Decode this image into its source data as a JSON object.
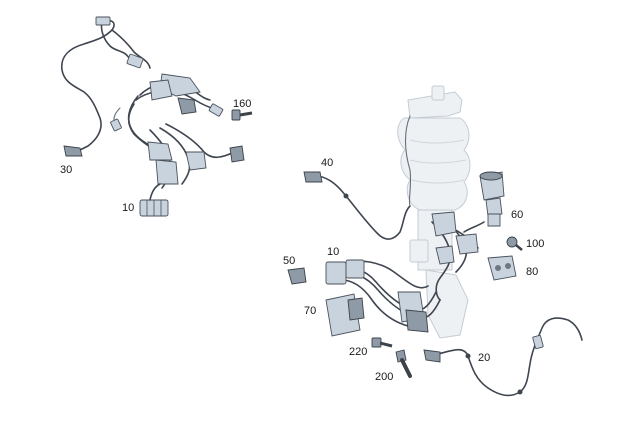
{
  "callouts": {
    "c10a": "10",
    "c10b": "10",
    "c20": "20",
    "c30": "30",
    "c40": "40",
    "c50": "50",
    "c60": "60",
    "c70": "70",
    "c80": "80",
    "c100": "100",
    "c160": "160",
    "c200": "200",
    "c220": "220"
  },
  "colors": {
    "wire": "#3f4650",
    "part": "#c9d3dd",
    "ghost": "#eef1f4"
  }
}
